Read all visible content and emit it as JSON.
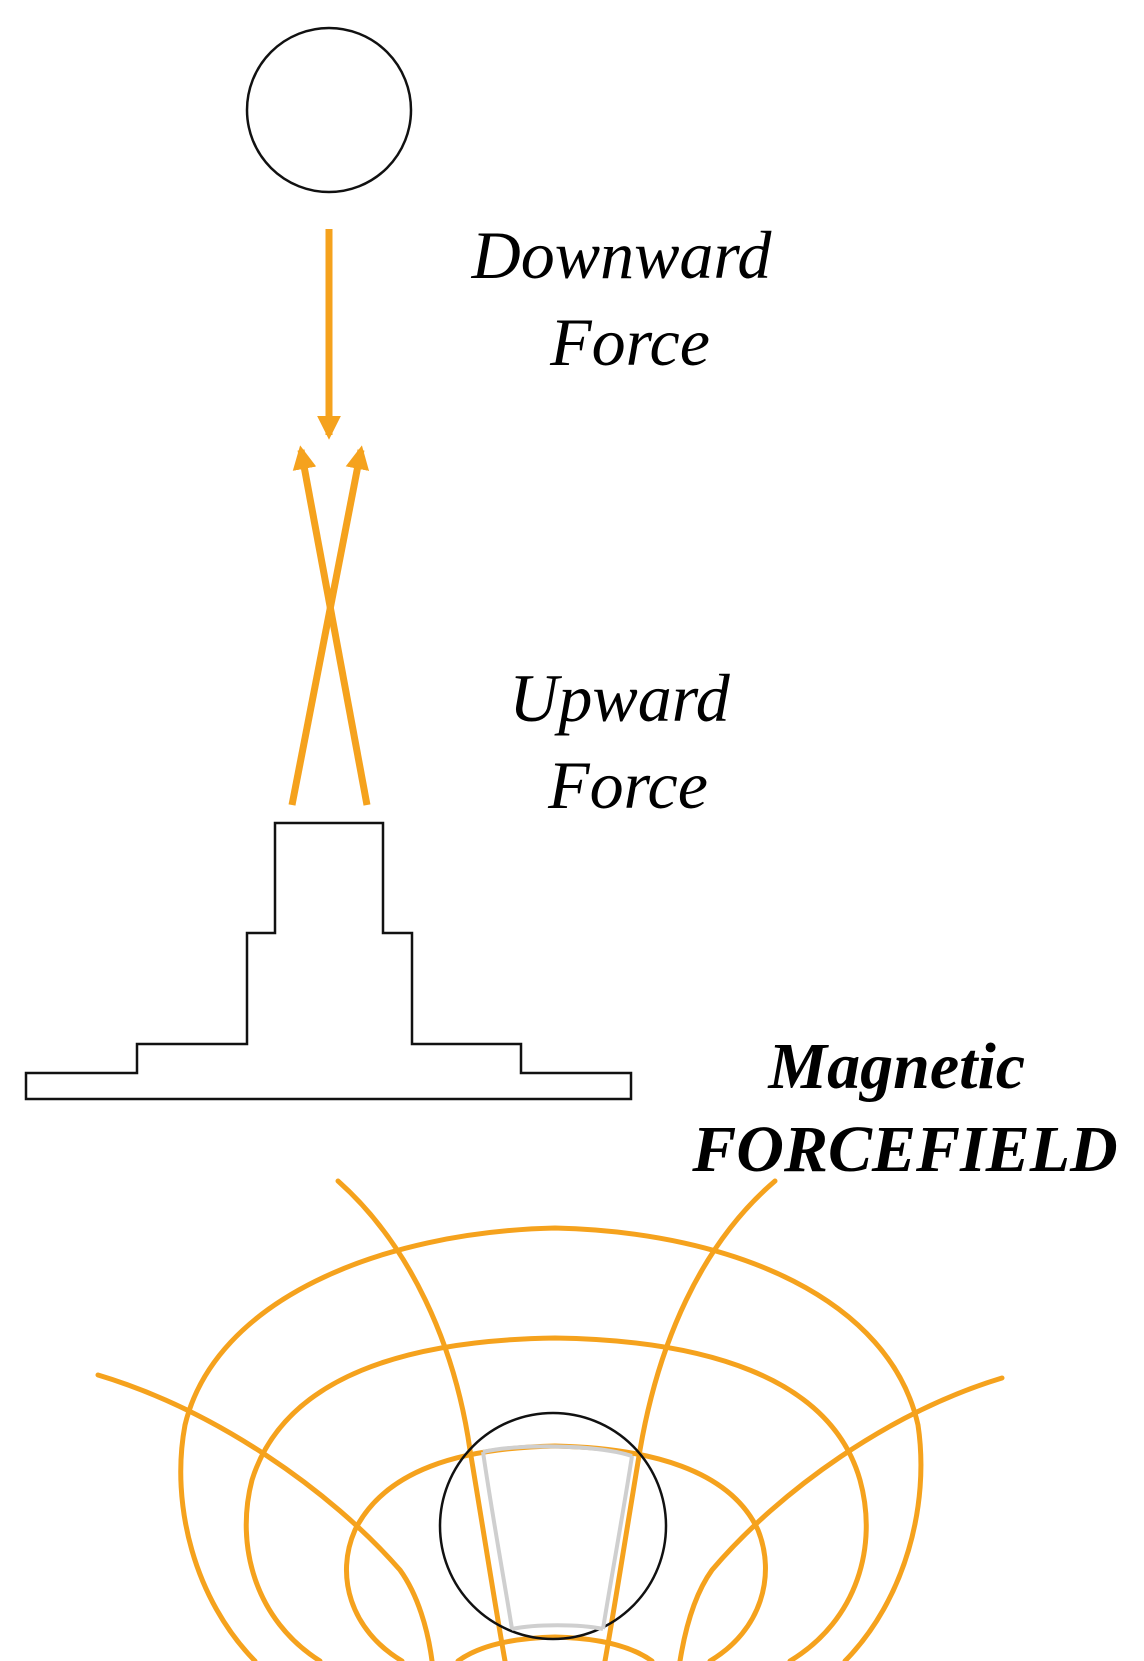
{
  "labels": {
    "downward": [
      "Downward",
      "Force"
    ],
    "upward": [
      "Upward",
      "Force"
    ],
    "field": [
      "Magnetic",
      "FORCEFIELD"
    ]
  },
  "colors": {
    "accent": "#F5A21D",
    "outline": "#111111",
    "inner": "#CFCFCF"
  }
}
